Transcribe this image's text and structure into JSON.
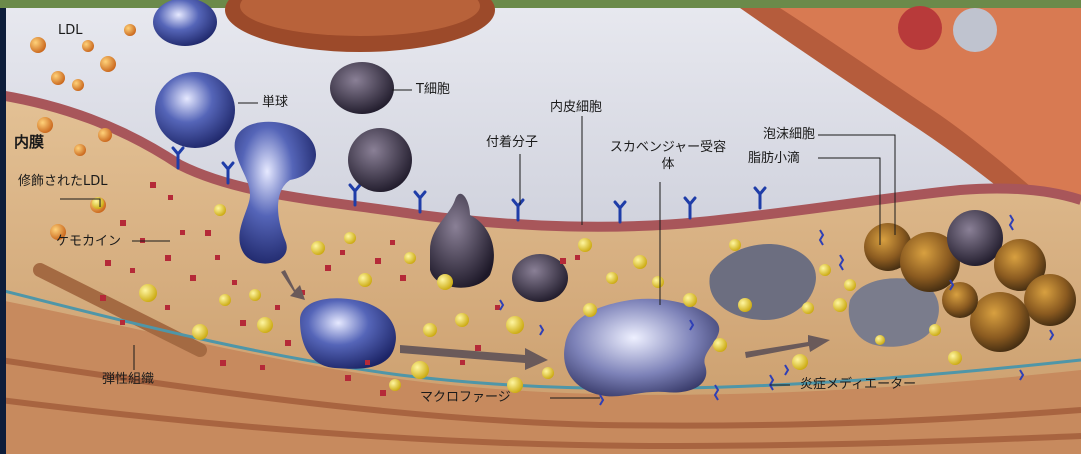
{
  "labels": {
    "ldl": "LDL",
    "monocyte": "単球",
    "t_cell": "T細胞",
    "intima": "内膜",
    "modified_ldl": "修飾されたLDL",
    "chemokine": "ケモカイン",
    "elastic_tissue": "弾性組織",
    "adhesion_molecule": "付着分子",
    "endothelial_cell": "内皮細胞",
    "scavenger_receptor": "スカベンジャー受容体",
    "foam_cell": "泡沫細胞",
    "lipid_droplet": "脂肪小滴",
    "inflammatory_mediator": "炎症メディエーター",
    "macrophage": "マクロファージ"
  },
  "colors": {
    "lumen": "#c9ccd8",
    "intima_tissue": "#d9b487",
    "endothelium": "#a8565a",
    "ldl": "#e98a26",
    "modified_ldl": "#e9d21c",
    "chemokine": "#b52a38",
    "monocyte": "#2c3a88",
    "mediator": "#2f3fb6",
    "elastic": "#4f96a8"
  }
}
